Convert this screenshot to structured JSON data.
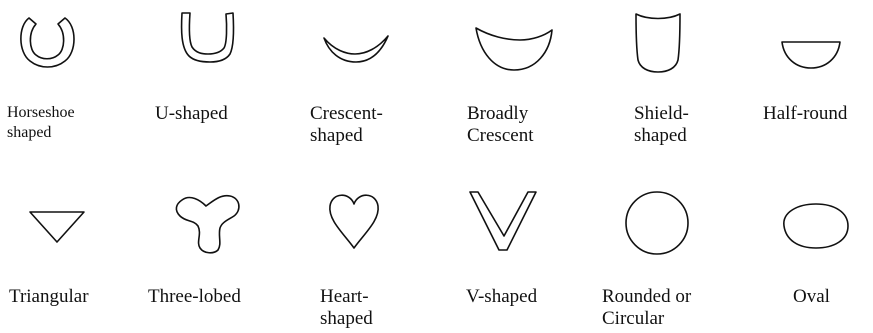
{
  "shapes": [
    {
      "id": "horseshoe",
      "lines": [
        "Horseshoe",
        "shaped"
      ]
    },
    {
      "id": "u-shaped",
      "lines": [
        "U-shaped"
      ]
    },
    {
      "id": "crescent",
      "lines": [
        "Crescent-",
        "shaped"
      ]
    },
    {
      "id": "broadly-crescent",
      "lines": [
        "Broadly",
        "Crescent"
      ]
    },
    {
      "id": "shield",
      "lines": [
        "Shield-",
        "shaped"
      ]
    },
    {
      "id": "half-round",
      "lines": [
        "Half-round"
      ]
    },
    {
      "id": "triangular",
      "lines": [
        "Triangular"
      ]
    },
    {
      "id": "three-lobed",
      "lines": [
        "Three-lobed"
      ]
    },
    {
      "id": "heart",
      "lines": [
        "Heart-",
        "shaped"
      ]
    },
    {
      "id": "v-shaped",
      "lines": [
        "V-shaped"
      ]
    },
    {
      "id": "rounded",
      "lines": [
        "Rounded or",
        "Circular"
      ]
    },
    {
      "id": "oval",
      "lines": [
        "Oval"
      ]
    }
  ]
}
